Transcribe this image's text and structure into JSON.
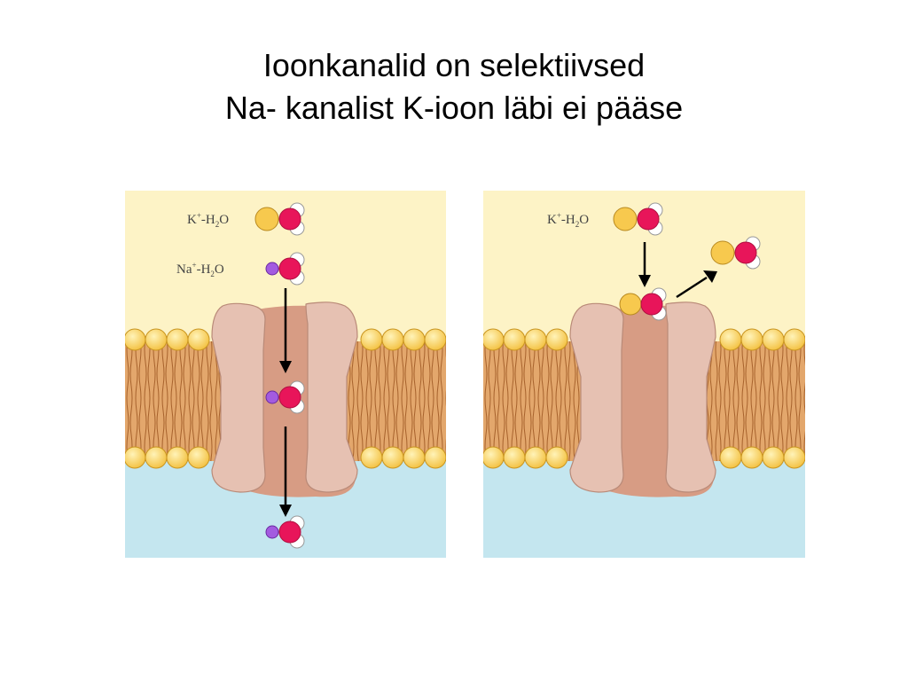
{
  "title": {
    "line1": "Ioonkanalid on selektiivsed",
    "line2": "Na- kanalist K-ioon läbi ei pääse"
  },
  "labels": {
    "k_ion": "K",
    "na_ion": "Na",
    "charge": "+",
    "water_prefix": "-H",
    "water_sub": "2",
    "water_suffix": "O"
  },
  "colors": {
    "extracellular": "#fdf3c6",
    "intracellular": "#c4e6ef",
    "lipid_tail": "#e3a76c",
    "lipid_head": "#f7c94e",
    "channel_wall": "#e6c1b2",
    "channel_pore": "#d79c84",
    "k_ion": "#f7c94e",
    "na_ion": "#a35be0",
    "water_oxygen": "#e8155a"
  }
}
